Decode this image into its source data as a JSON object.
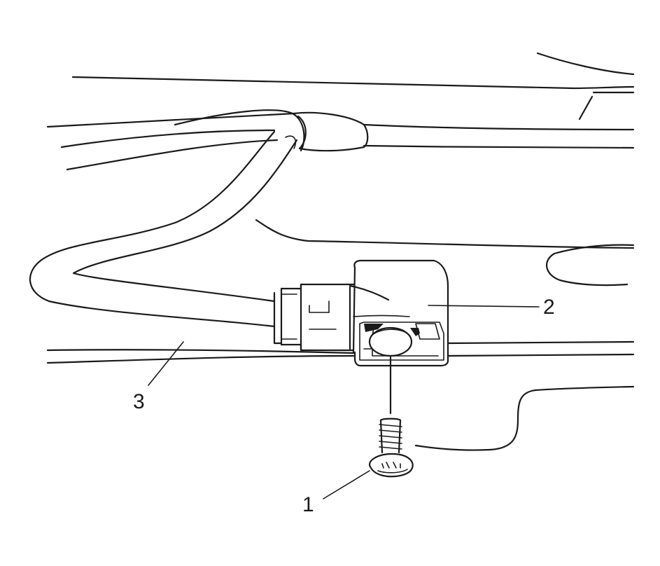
{
  "figure": {
    "callouts": [
      {
        "id": "1",
        "label": "1"
      },
      {
        "id": "2",
        "label": "2"
      },
      {
        "id": "3",
        "label": "3"
      }
    ],
    "colors": {
      "line": "#1a1a1a",
      "background": "#ffffff"
    }
  }
}
